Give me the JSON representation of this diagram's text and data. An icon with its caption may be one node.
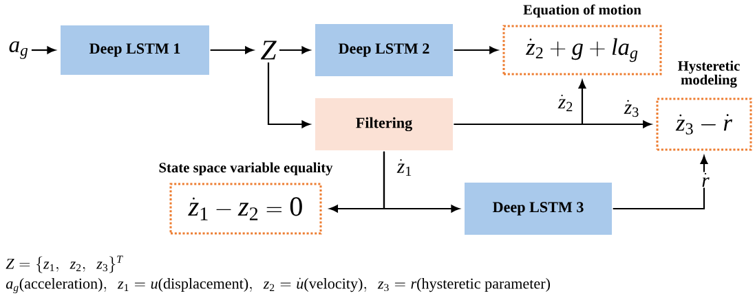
{
  "diagram": {
    "nodes": [
      {
        "text": [
          "a_g"
        ]
      },
      {
        "text": [
          "Deep LSTM 1"
        ]
      },
      {
        "text": [
          "Z"
        ]
      },
      {
        "text": [
          "Deep LSTM 2"
        ]
      },
      {
        "text": [
          "Filtering"
        ]
      },
      {
        "text": [
          "Equation of motion",
          "\\dot{z}_2+g+la_g"
        ]
      },
      {
        "text": [
          "Hysteretic modeling",
          "\\dot{z}_3-\\dot{r}"
        ]
      },
      {
        "text": [
          "State space variable equality",
          "\\dot{z}_1-z_2=0"
        ]
      },
      {
        "text": [
          "Deep LSTM 3"
        ]
      }
    ],
    "edges": [
      {
        "from": 0,
        "to": 1,
        "arrow": "to"
      },
      {
        "from": 1,
        "to": 2,
        "arrow": "to"
      },
      {
        "from": 2,
        "to": 3,
        "arrow": "to"
      },
      {
        "from": 2,
        "to": 4,
        "arrow": "to"
      },
      {
        "from": 3,
        "to": 5,
        "arrow": "to"
      },
      {
        "from": 4,
        "to": 5,
        "arrow": "to",
        "label": "\\dot{z}_2"
      },
      {
        "from": 4,
        "to": 6,
        "arrow": "to",
        "label": "\\dot{z}_3"
      },
      {
        "from": 4,
        "to": 7,
        "arrow": "to",
        "label": "\\dot{z}_1"
      },
      {
        "from": 4,
        "to": 8,
        "arrow": "to"
      },
      {
        "from": 8,
        "to": 6,
        "arrow": "to",
        "label": "\\dot{r}"
      }
    ],
    "labels": [
      "Z=\\{z_1,\\ \\ z_2,\\ \\ z_3\\}^T",
      "a_g\\text{(acceleration)},\\ \\ z_1=u\\text{(displacement)},\\ \\ z_2=\\dot{u}\\text{(velocity)},\\ \\ z_3=r\\text{(hysteretic parameter)}"
    ]
  }
}
